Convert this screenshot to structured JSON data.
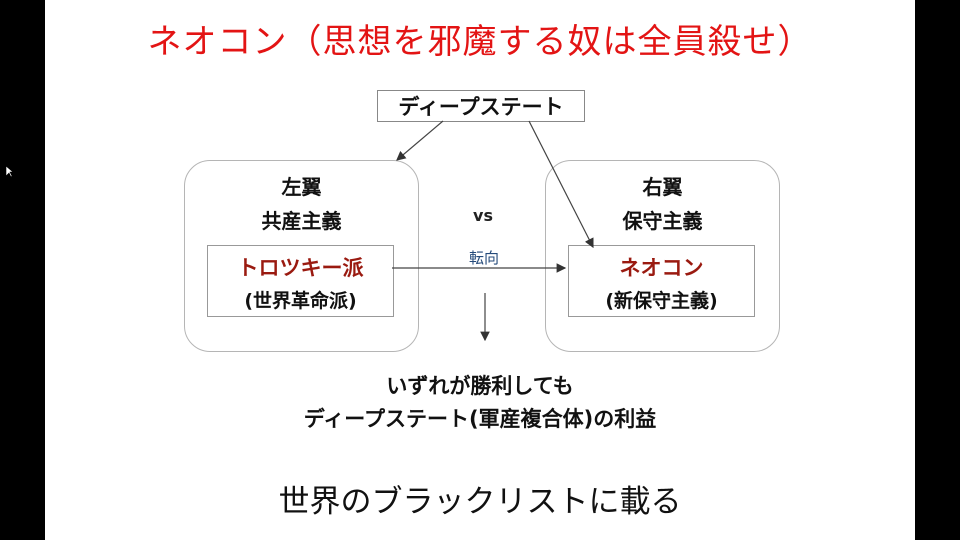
{
  "slide": {
    "title": "ネオコン（思想を邪魔する奴は全員殺せ）",
    "deep_state": "ディープステート",
    "left": {
      "heading1": "左翼",
      "heading2": "共産主義",
      "name": "トロツキー派",
      "sub": "(世界革命派)"
    },
    "right": {
      "heading1": "右翼",
      "heading2": "保守主義",
      "name": "ネオコン",
      "sub": "(新保守主義)"
    },
    "vs": "vs",
    "conversion": "転向",
    "conclusion_line1": "いずれが勝利しても",
    "conclusion_line2": "ディープステート(軍産複合体)の利益",
    "blacklist": "世界のブラックリストに載る"
  },
  "colors": {
    "title": "#e31414",
    "highlight": "#9a1a10",
    "conversion_label": "#244a7a",
    "background": "#ffffff",
    "letterbox": "#000000"
  }
}
